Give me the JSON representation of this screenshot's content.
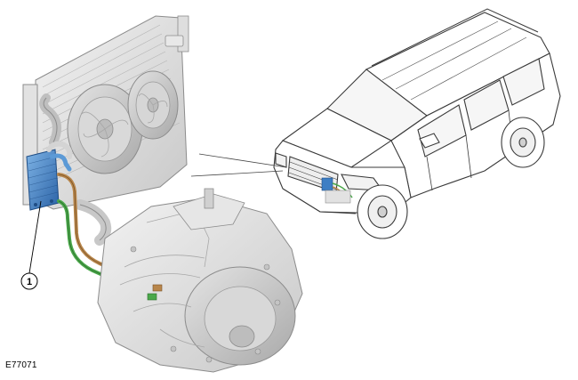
{
  "figure_id": "E77071",
  "callouts": [
    {
      "number": "1",
      "component": "transmission-fluid-cooler"
    }
  ],
  "colors": {
    "cooler": "#3d7ec4",
    "feed_hose": "#4aa84a",
    "return_hose": "#b8864b",
    "grey_outline": "#8c8c8c"
  }
}
